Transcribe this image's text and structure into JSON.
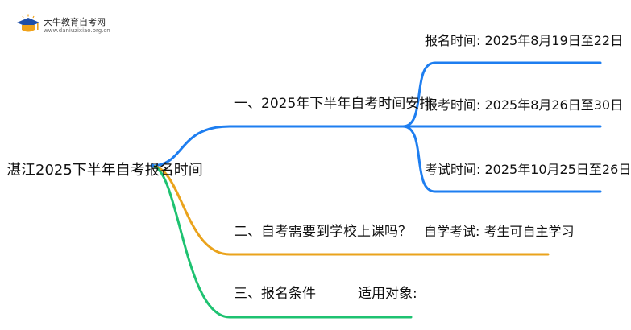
{
  "logo": {
    "name": "大牛教育自考网",
    "url": "www.daniuzixiao.org.cn"
  },
  "mindmap": {
    "root": "湛江2025下半年自考报名时间",
    "branches": [
      {
        "label": "一、2025年下半年自考时间安排",
        "color": "#1e7ef0",
        "children": [
          "报名时间: 2025年8月19日至22日",
          "报考时间: 2025年8月26日至30日",
          "考试时间: 2025年10月25日至26日"
        ]
      },
      {
        "label": "二、自考需要到学校上课吗？",
        "color": "#eaa31c",
        "children": [
          "自学考试: 考生可自主学习"
        ]
      },
      {
        "label": "三、报名条件",
        "color": "#1ec271",
        "note": "适用对象:"
      }
    ]
  }
}
